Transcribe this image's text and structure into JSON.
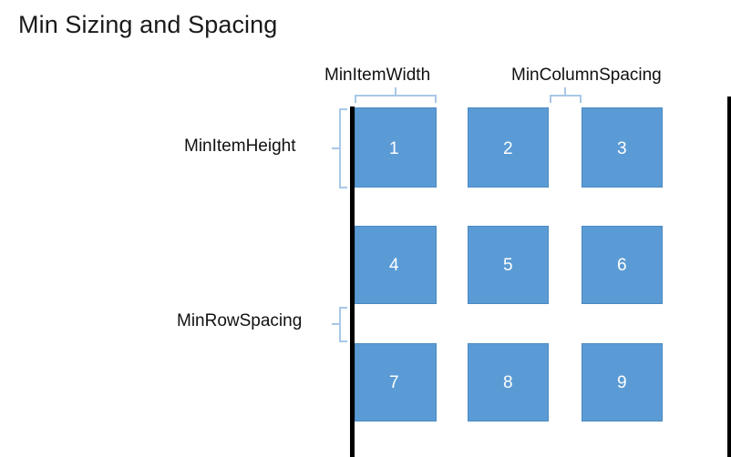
{
  "slide": {
    "title": "Min Sizing and Spacing",
    "background_color": "#ffffff",
    "item_color": "#5b9bd5",
    "item_text_color": "#ffffff",
    "rail_color": "#000000",
    "bracket_color": "#a8c8e8"
  },
  "callouts": {
    "min_item_width": "MinItemWidth",
    "min_column_spacing": "MinColumnSpacing",
    "min_item_height": "MinItemHeight",
    "min_row_spacing": "MinRowSpacing"
  },
  "grid": {
    "items": [
      {
        "label": "1"
      },
      {
        "label": "2"
      },
      {
        "label": "3"
      },
      {
        "label": "4"
      },
      {
        "label": "5"
      },
      {
        "label": "6"
      },
      {
        "label": "7"
      },
      {
        "label": "8"
      },
      {
        "label": "9"
      }
    ]
  }
}
